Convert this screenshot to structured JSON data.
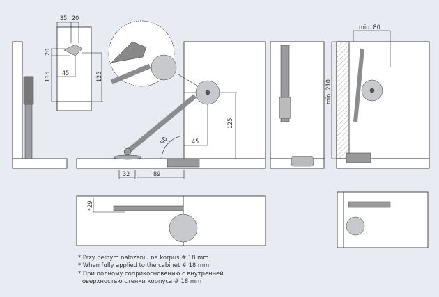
{
  "dimensions": {
    "plate_top_a": "35",
    "plate_top_b": "20",
    "plate_side_20": "20",
    "plate_115": "115",
    "plate_45": "45",
    "plate_125": "125",
    "angle": "90",
    "mount_45": "45",
    "mount_125": "125",
    "base_32": "32",
    "base_89": "89",
    "min_width": "min. 80",
    "min_height": "min. 210",
    "offset_29": "*29"
  },
  "notes": [
    "* Przy pełnym nałożeniu na korpus # 18 mm",
    "* When fully applied to the cabinet # 18 mm",
    "* При полному соприкосновению с внутренней оверхностью стенки корпуса # 18 mm"
  ],
  "colors": {
    "background": "#e9ebf3",
    "panel": "#ffffff",
    "metal": "#8a8c90"
  }
}
